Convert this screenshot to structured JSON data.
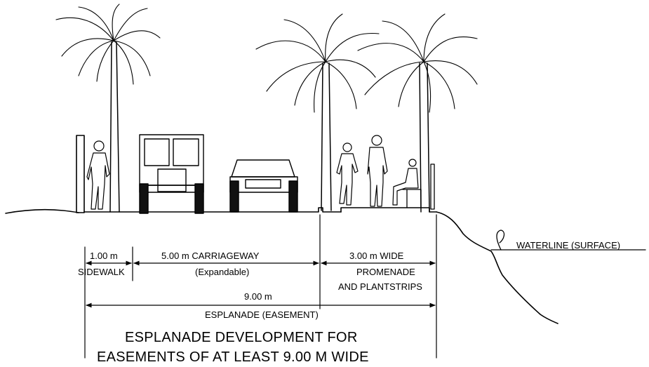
{
  "dimensions": {
    "sidewalk_width": "1.00 m",
    "sidewalk_label": "SIDEWALK",
    "carriageway_width": "5.00 m CARRIAGEWAY",
    "carriageway_note": "(Expandable)",
    "promenade_width": "3.00 m WIDE",
    "promenade_label_line1": "PROMENADE",
    "promenade_label_line2": "AND PLANTSTRIPS",
    "total_width": "9.00 m",
    "total_label": "ESPLANADE (EASEMENT)"
  },
  "waterline_label": "WATERLINE (SURFACE)",
  "title_line1": "ESPLANADE DEVELOPMENT FOR",
  "title_line2": "EASEMENTS OF AT LEAST 9.00 M WIDE",
  "icons": [
    "palm-tree",
    "pedestrian",
    "truck",
    "car",
    "bench",
    "waterline-marker"
  ]
}
